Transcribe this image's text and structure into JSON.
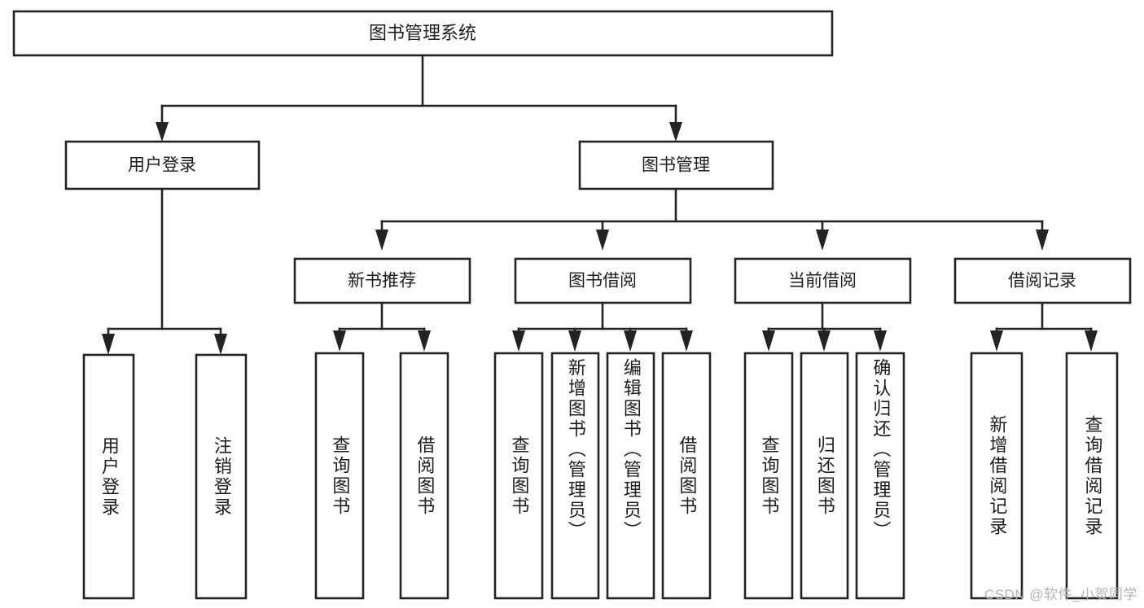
{
  "diagram": {
    "type": "tree-hierarchy",
    "title": "图书管理系统",
    "watermark": "CSDN @软件_小贺同学",
    "colors": {
      "stroke": "#232323",
      "fill": "#ffffff",
      "text": "#1d1d1d",
      "watermark": "#b4b4b4",
      "background": "#ffffff"
    },
    "nodes": {
      "root": {
        "label": "图书管理系统",
        "level": 0,
        "orientation": "horizontal"
      },
      "level1": [
        {
          "id": "user-login",
          "label": "用户登录"
        },
        {
          "id": "book-manage",
          "label": "图书管理"
        }
      ],
      "level2": [
        {
          "id": "new-book-recommend",
          "label": "新书推荐",
          "parent": "book-manage"
        },
        {
          "id": "book-borrow",
          "label": "图书借阅",
          "parent": "book-manage"
        },
        {
          "id": "current-borrow",
          "label": "当前借阅",
          "parent": "book-manage"
        },
        {
          "id": "borrow-record",
          "label": "借阅记录",
          "parent": "book-manage"
        }
      ],
      "leaves": [
        {
          "id": "leaf-user-login",
          "label": "用户登录",
          "parent": "user-login"
        },
        {
          "id": "leaf-user-logout",
          "label": "注销登录",
          "parent": "user-login"
        },
        {
          "id": "leaf-query-book-1",
          "label": "查询图书",
          "parent": "new-book-recommend"
        },
        {
          "id": "leaf-borrow-book-1",
          "label": "借阅图书",
          "parent": "new-book-recommend"
        },
        {
          "id": "leaf-query-book-2",
          "label": "查询图书",
          "parent": "book-borrow"
        },
        {
          "id": "leaf-add-book",
          "label": "新增图书（管理员）",
          "parent": "book-borrow"
        },
        {
          "id": "leaf-edit-book",
          "label": "编辑图书（管理员）",
          "parent": "book-borrow"
        },
        {
          "id": "leaf-borrow-book-2",
          "label": "借阅图书",
          "parent": "book-borrow"
        },
        {
          "id": "leaf-query-book-3",
          "label": "查询图书",
          "parent": "current-borrow"
        },
        {
          "id": "leaf-return-book",
          "label": "归还图书",
          "parent": "current-borrow"
        },
        {
          "id": "leaf-confirm-return",
          "label": "确认归还（管理员）",
          "parent": "current-borrow"
        },
        {
          "id": "leaf-add-record",
          "label": "新增借阅记录",
          "parent": "borrow-record"
        },
        {
          "id": "leaf-query-record",
          "label": "查询借阅记录",
          "parent": "borrow-record"
        }
      ]
    }
  }
}
